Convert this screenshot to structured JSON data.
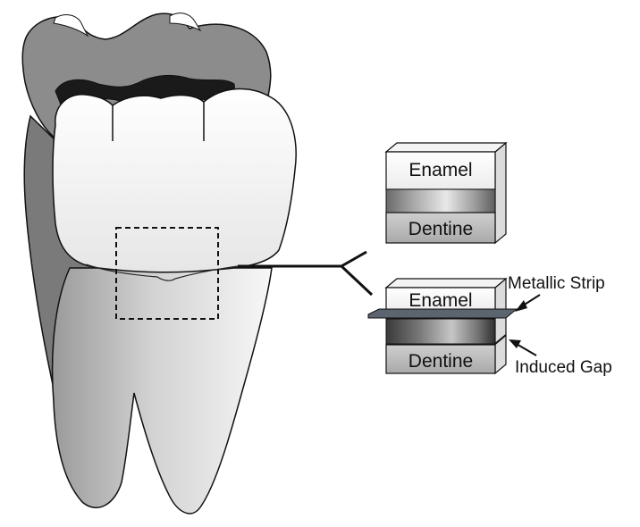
{
  "figure": {
    "top_block": {
      "enamel_label": "Enamel",
      "dentine_label": "Dentine"
    },
    "bottom_block": {
      "enamel_label": "Enamel",
      "dentine_label": "Dentine"
    },
    "callouts": {
      "metallic_strip": "Metallic Strip",
      "induced_gap": "Induced Gap"
    }
  }
}
